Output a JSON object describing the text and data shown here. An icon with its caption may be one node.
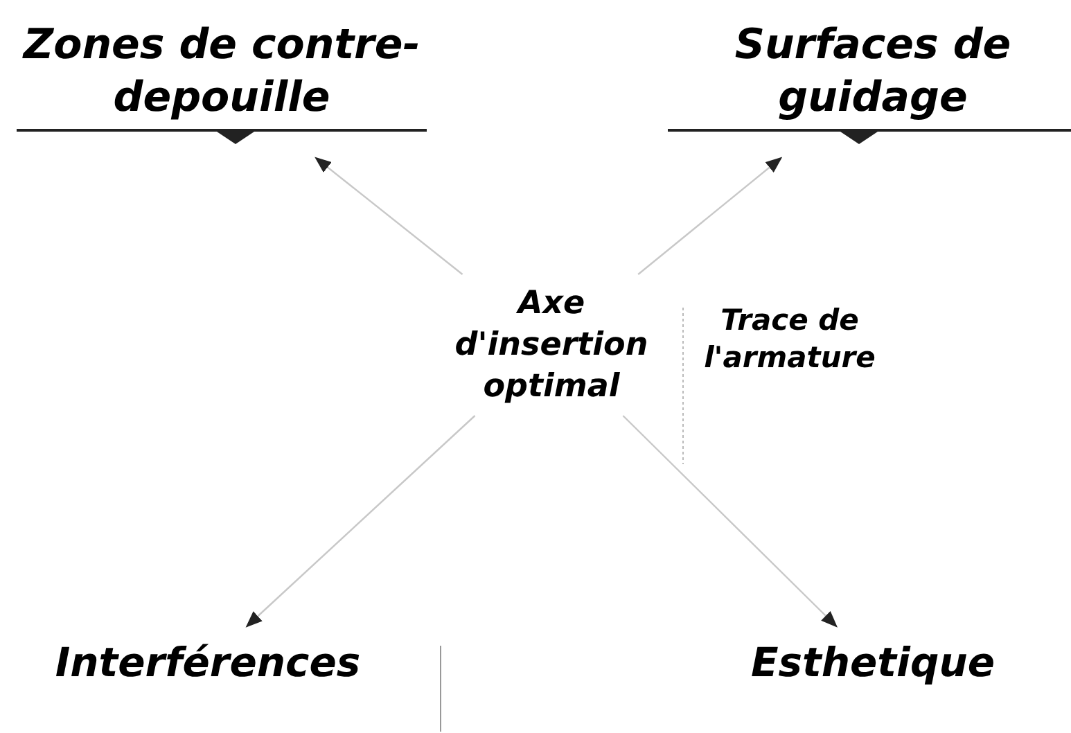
{
  "diagram": {
    "nodes": [
      {
        "text": [
          "Zones de contre-depouille"
        ]
      },
      {
        "text": [
          "Surfaces de guidage"
        ]
      },
      {
        "text": [
          "Axe d'insertion optimal"
        ]
      },
      {
        "text": [
          "Trace de l'armature"
        ]
      },
      {
        "text": [
          "Interférences"
        ]
      },
      {
        "text": [
          "Esthetique"
        ]
      }
    ],
    "edges": [
      {
        "from": 2,
        "to": 0,
        "arrow": "to"
      },
      {
        "from": 2,
        "to": 1,
        "arrow": "to"
      },
      {
        "from": 2,
        "to": 4,
        "arrow": "to"
      },
      {
        "from": 2,
        "to": 5,
        "arrow": "to"
      }
    ]
  }
}
